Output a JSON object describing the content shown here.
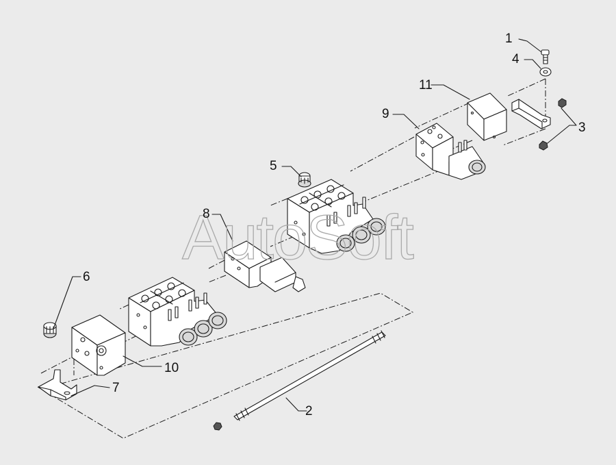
{
  "watermark": "AutoSoft",
  "callouts": [
    {
      "id": "1",
      "text": "1"
    },
    {
      "id": "2",
      "text": "2"
    },
    {
      "id": "3",
      "text": "3"
    },
    {
      "id": "4",
      "text": "4"
    },
    {
      "id": "5",
      "text": "5"
    },
    {
      "id": "6",
      "text": "6"
    },
    {
      "id": "7",
      "text": "7"
    },
    {
      "id": "8",
      "text": "8"
    },
    {
      "id": "9",
      "text": "9"
    },
    {
      "id": "10",
      "text": "10"
    },
    {
      "id": "11",
      "text": "11"
    }
  ]
}
